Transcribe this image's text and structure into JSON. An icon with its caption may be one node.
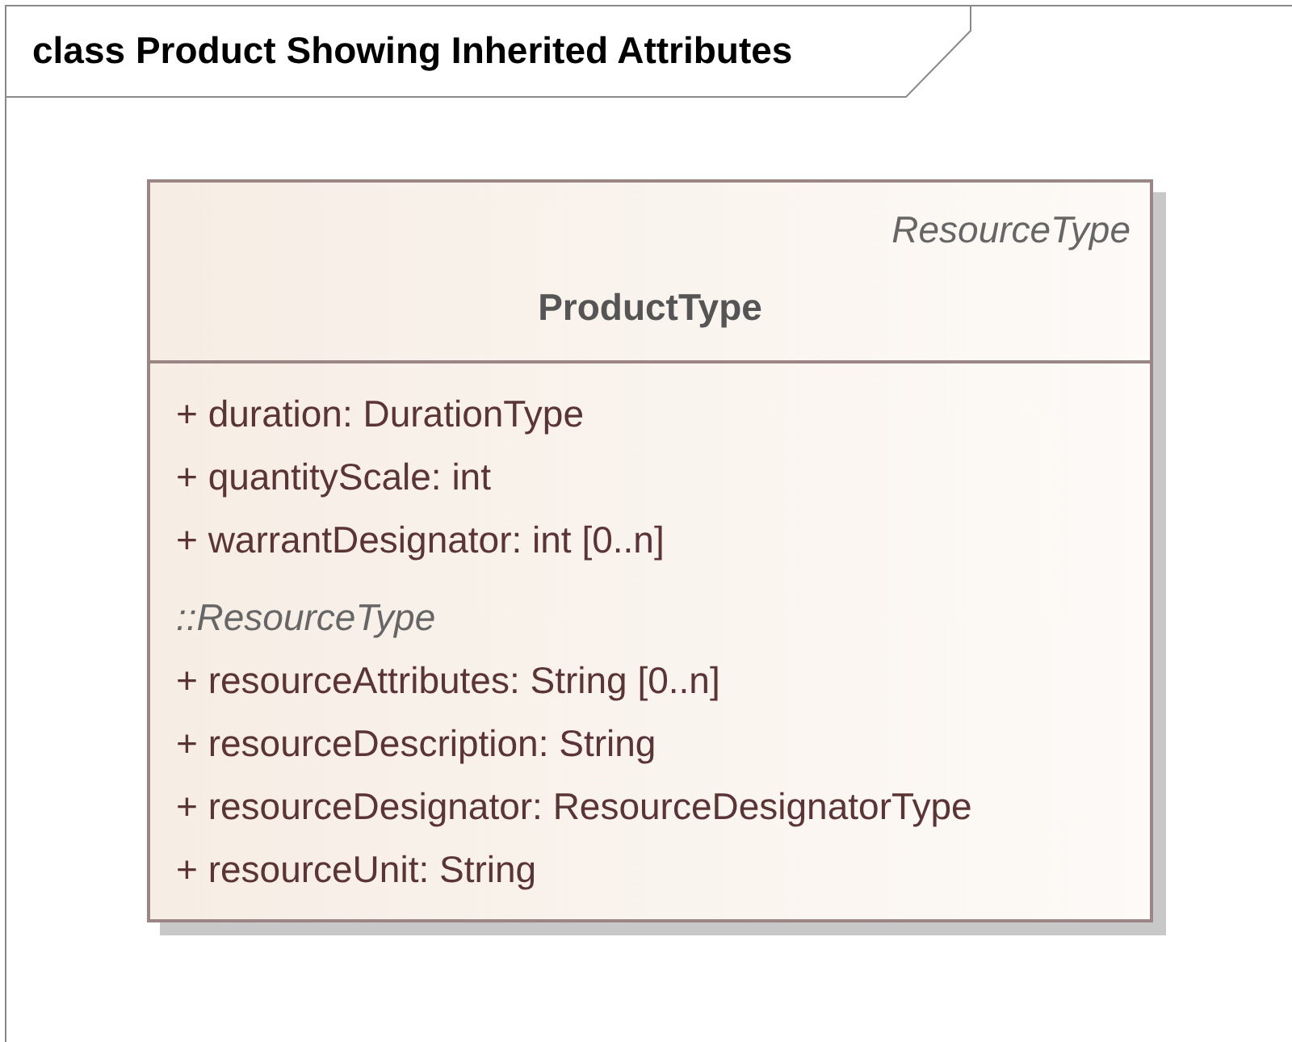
{
  "diagram": {
    "nodes": [
      {
        "text": [
          "class Product Showing Inherited Attributes"
        ]
      },
      {
        "text": [
          "ResourceType",
          "ProductType",
          "+ duration: DurationType",
          "+ quantityScale: int",
          "+ warrantDesignator: int [0..n]",
          "::ResourceType",
          "+ resourceAttributes: String [0..n]",
          "+ resourceDescription: String",
          "+ resourceDesignator: ResourceDesignatorType",
          "+ resourceUnit: String"
        ],
        "in": 0
      }
    ],
    "edges": []
  }
}
